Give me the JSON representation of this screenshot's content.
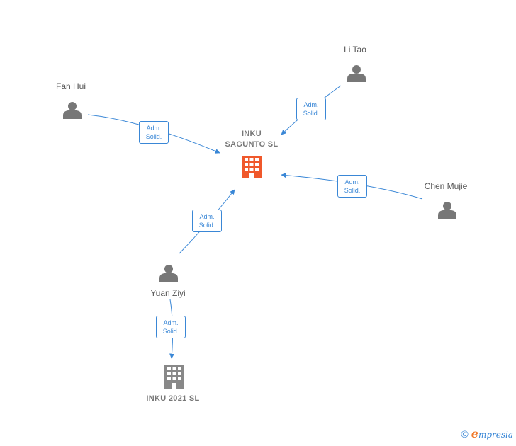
{
  "colors": {
    "edge": "#3a87d6",
    "person_icon": "#777777",
    "focus_company": "#f0582b",
    "other_company": "#888888"
  },
  "nodes": {
    "focus_company": {
      "name_line1": "INKU",
      "name_line2": "SAGUNTO  SL",
      "icon": "building-icon"
    },
    "li_tao": {
      "name": "Li Tao",
      "icon": "person-icon"
    },
    "fan_hui": {
      "name": "Fan Hui",
      "icon": "person-icon"
    },
    "chen_mujie": {
      "name": "Chen Mujie",
      "icon": "person-icon"
    },
    "yuan_ziyi": {
      "name": "Yuan Ziyi",
      "icon": "person-icon"
    },
    "other_company": {
      "name": "INKU 2021  SL",
      "icon": "building-icon"
    }
  },
  "relations": {
    "li_tao": {
      "line1": "Adm.",
      "line2": "Solid."
    },
    "fan_hui": {
      "line1": "Adm.",
      "line2": "Solid."
    },
    "chen_mujie": {
      "line1": "Adm.",
      "line2": "Solid."
    },
    "yuan_ziyi_focus": {
      "line1": "Adm.",
      "line2": "Solid."
    },
    "yuan_ziyi_other": {
      "line1": "Adm.",
      "line2": "Solid."
    }
  },
  "footer": {
    "copyright_symbol": "©",
    "brand_initial": "e",
    "brand_rest": "mpresia"
  }
}
